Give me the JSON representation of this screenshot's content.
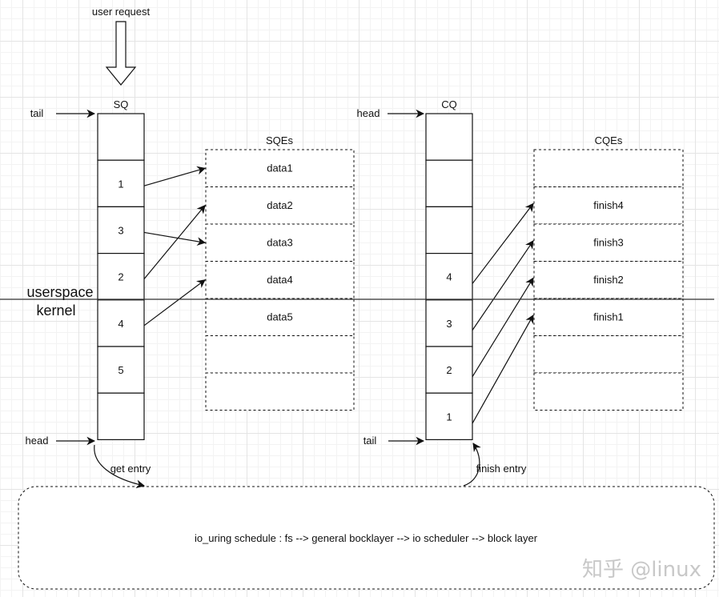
{
  "title_arrow_label": "user request",
  "sq": {
    "title": "SQ",
    "tail_label": "tail",
    "head_label": "head",
    "slots": [
      "",
      "1",
      "3",
      "2",
      "4",
      "5",
      ""
    ]
  },
  "sqes": {
    "title": "SQEs",
    "slots": [
      "data1",
      "data2",
      "data3",
      "data4",
      "data5",
      "",
      ""
    ]
  },
  "cq": {
    "title": "CQ",
    "head_label": "head",
    "tail_label": "tail",
    "slots": [
      "",
      "",
      "",
      "4",
      "3",
      "2",
      "1"
    ]
  },
  "cqes": {
    "title": "CQEs",
    "slots": [
      "",
      "finish4",
      "finish3",
      "finish2",
      "finish1",
      "",
      ""
    ]
  },
  "boundary": {
    "upper_label": "userspace",
    "lower_label": "kernel"
  },
  "connectors": {
    "sq_to_sqe": [
      {
        "from_sq_slot": 1,
        "to_sqe_slot": 0
      },
      {
        "from_sq_slot": 2,
        "to_sqe_slot": 2
      },
      {
        "from_sq_slot": 3,
        "to_sqe_slot": 1
      },
      {
        "from_sq_slot": 4,
        "to_sqe_slot": 3
      }
    ],
    "cq_to_cqe": [
      {
        "from_cq_slot": 3,
        "to_cqe_slot": 1
      },
      {
        "from_cq_slot": 4,
        "to_cqe_slot": 2
      },
      {
        "from_cq_slot": 5,
        "to_cqe_slot": 3
      },
      {
        "from_cq_slot": 6,
        "to_cqe_slot": 4
      }
    ]
  },
  "get_entry_label": "get entry",
  "finish_entry_label": "finish entry",
  "schedule_text": "io_uring schedule : fs --> general bocklayer --> io scheduler --> block layer",
  "watermark": "知乎 @linux"
}
